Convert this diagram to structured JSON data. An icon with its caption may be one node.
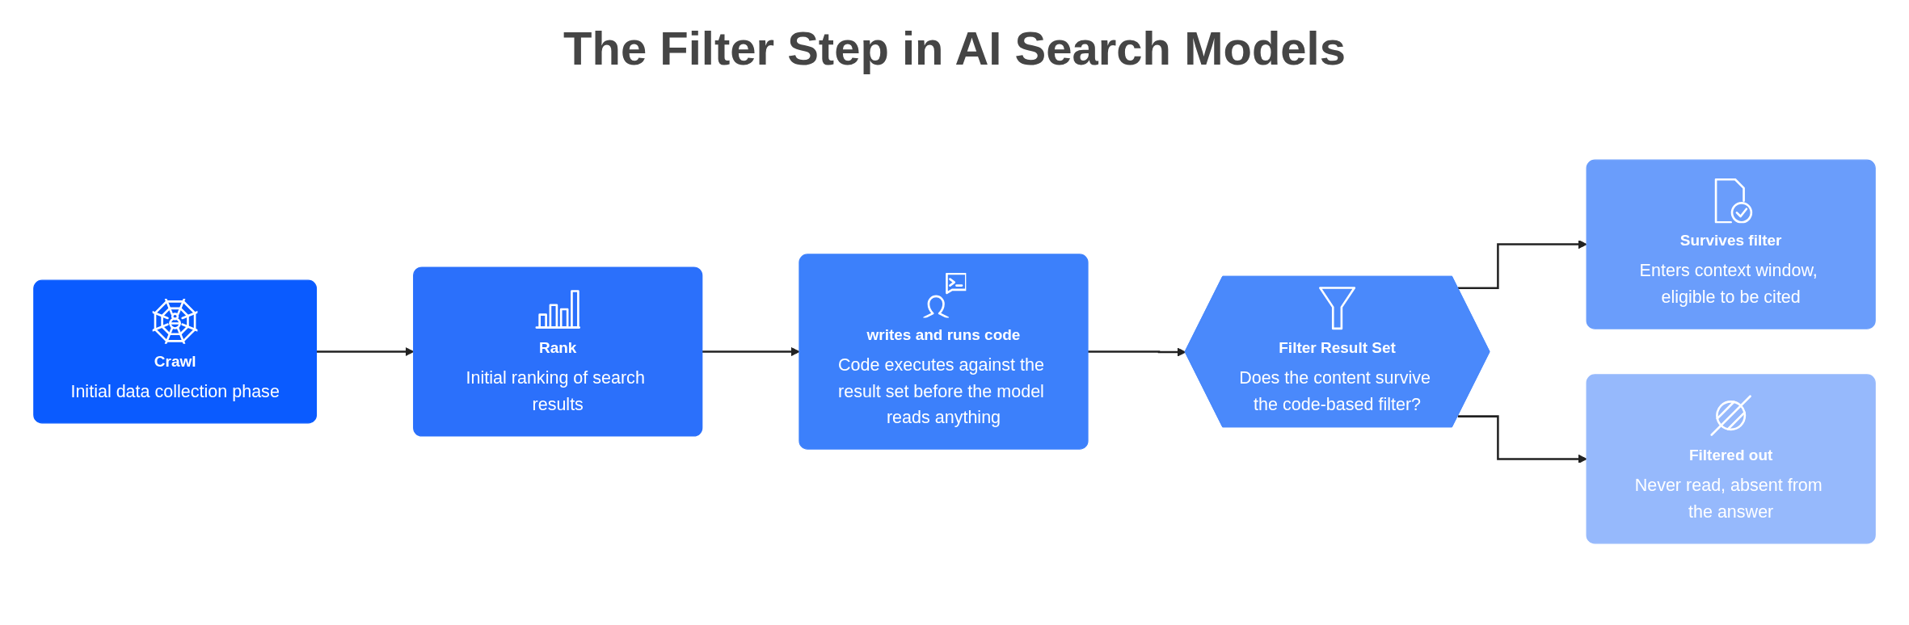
{
  "diagram": {
    "title": "The Filter Step in AI Search Models",
    "nodes": [
      {
        "text": [
          "Crawl",
          "Initial data collection phase"
        ]
      },
      {
        "text": [
          "Rank",
          "Initial ranking of search results"
        ]
      },
      {
        "text": [
          "writes and runs code",
          "Code executes against the result set before the model reads anything"
        ]
      },
      {
        "text": [
          "Filter Result Set",
          "Does the content survive the code-based filter?"
        ]
      },
      {
        "text": [
          "Survives filter",
          "Enters context window, eligible to be cited"
        ]
      },
      {
        "text": [
          "Filtered out",
          "Never read, absent from the answer"
        ]
      }
    ],
    "edges": [
      {
        "from": 0,
        "to": 1,
        "arrow": "to"
      },
      {
        "from": 1,
        "to": 2,
        "arrow": "to"
      },
      {
        "from": 2,
        "to": 3,
        "arrow": "to"
      },
      {
        "from": 3,
        "to": 4,
        "arrow": "to"
      },
      {
        "from": 3,
        "to": 5,
        "arrow": "to"
      }
    ]
  }
}
